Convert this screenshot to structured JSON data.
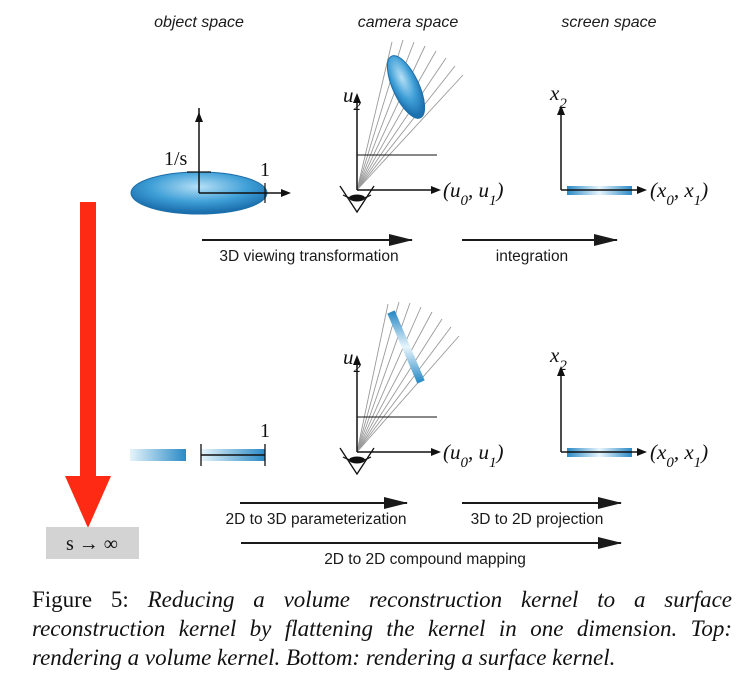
{
  "headers": {
    "object": "object space",
    "camera": "camera space",
    "screen": "screen space"
  },
  "top_row": {
    "scale_label": "1/s",
    "unit_label": "1",
    "camera_vertical_axis": "u2",
    "camera_horizontal_axis": "(u0, u1)",
    "screen_vertical_axis": "x2",
    "screen_horizontal_axis": "(x0, x1)",
    "arrow1_label": "3D viewing transformation",
    "arrow2_label": "integration"
  },
  "bottom_row": {
    "unit_label": "1",
    "camera_vertical_axis": "u2",
    "camera_horizontal_axis": "(u0, u1)",
    "screen_vertical_axis": "x2",
    "screen_horizontal_axis": "(x0, x1)",
    "arrow1_label": "2D to 3D parameterization",
    "arrow2_label": "3D to 2D projection",
    "arrow3_label": "2D to 2D compound mapping"
  },
  "limit_box_label": "s → ∞",
  "colors": {
    "kernel_blue": "#2a8ac6",
    "red_arrow": "#ff2a14",
    "limit_box": "#d3d3d3"
  },
  "caption": {
    "label": "Figure 5:",
    "text": "Reducing a volume reconstruction kernel to a surface reconstruction kernel by flattening the kernel in one dimension. Top: rendering a volume kernel. Bottom: rendering a surface kernel."
  }
}
